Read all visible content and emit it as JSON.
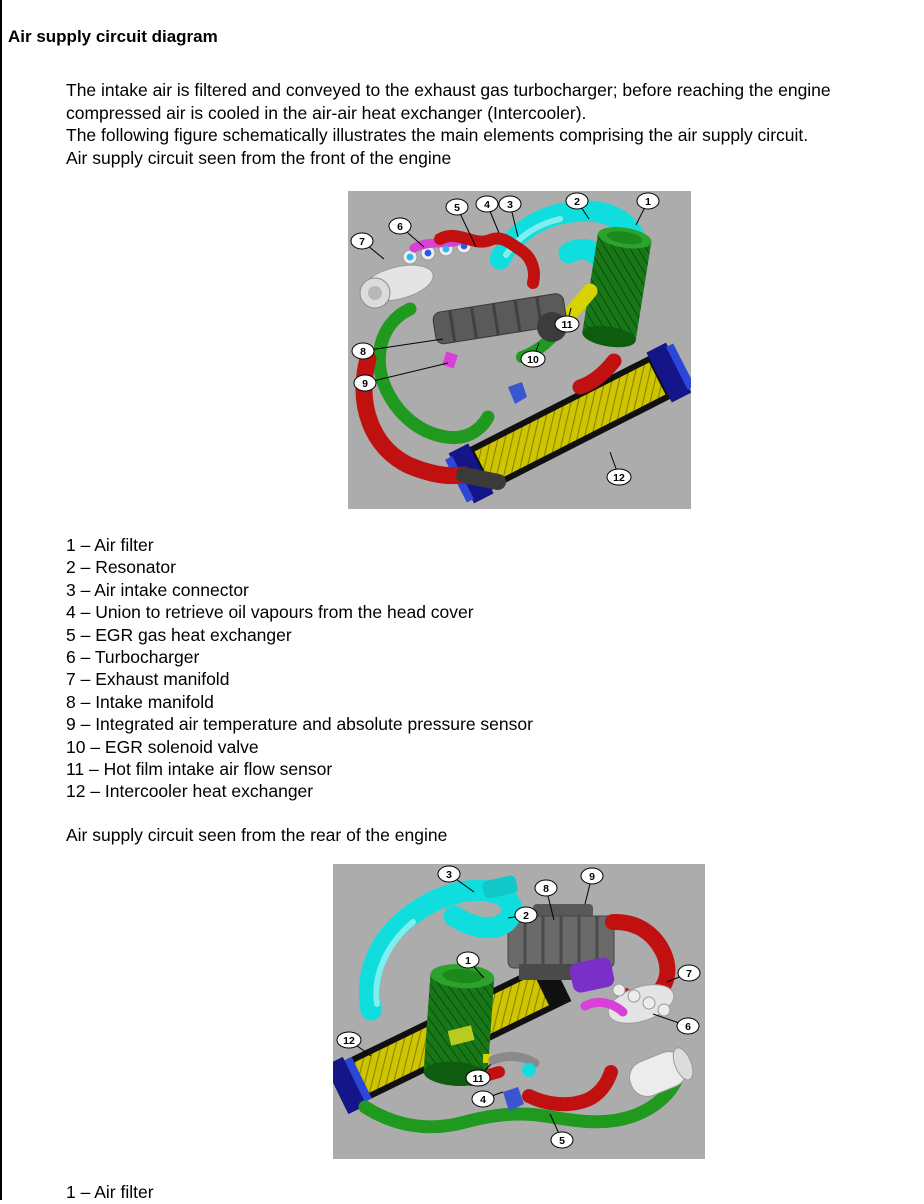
{
  "doc": {
    "title": "Air supply circuit diagram",
    "intro_lines": [
      "The intake air is filtered and conveyed to the exhaust gas turbocharger; before reaching the engine",
      "compressed air is cooled in the air-air heat exchanger (Intercooler).",
      "The following figure schematically illustrates the main elements comprising the air supply circuit."
    ],
    "caption_front": "Air supply circuit seen from the front of the engine",
    "caption_rear": "Air supply circuit seen from the rear of the engine"
  },
  "legend_front": {
    "items": [
      "1 – Air filter",
      "2 – Resonator",
      "3 – Air intake connector",
      "4 – Union to retrieve oil vapours from the head cover",
      "5 – EGR gas heat exchanger",
      "6 – Turbocharger",
      "7 – Exhaust manifold",
      "8 – Intake manifold",
      "9 – Integrated air temperature and absolute pressure sensor",
      "10 – EGR solenoid valve",
      "11 – Hot film intake air flow sensor",
      "12 – Intercooler heat exchanger"
    ]
  },
  "legend_rear": {
    "items": [
      "1 – Air filter"
    ]
  },
  "fig_front": {
    "callouts": [
      "1",
      "2",
      "3",
      "4",
      "5",
      "6",
      "7",
      "8",
      "9",
      "10",
      "11",
      "12"
    ]
  },
  "fig_rear": {
    "callouts": [
      "1",
      "2",
      "3",
      "4",
      "5",
      "6",
      "7",
      "8",
      "9",
      "11",
      "12"
    ]
  },
  "palette": {
    "diagram_background": "#acacac",
    "pipe_red": "#c01010",
    "pipe_green": "#1f9a1f",
    "duct_cyan": "#10dede",
    "filter_green": "#187818",
    "intercooler_core_yellow": "#cfc400",
    "intercooler_frame_black": "#101010",
    "intercooler_tank_blue": "#15158a",
    "sensor_yellow": "#d8d200",
    "egr_magenta": "#d840d8",
    "engine_gray": "#5a5a5a",
    "exhaust_silver": "#e4e4e4",
    "valve_purple": "#7a30c8"
  }
}
